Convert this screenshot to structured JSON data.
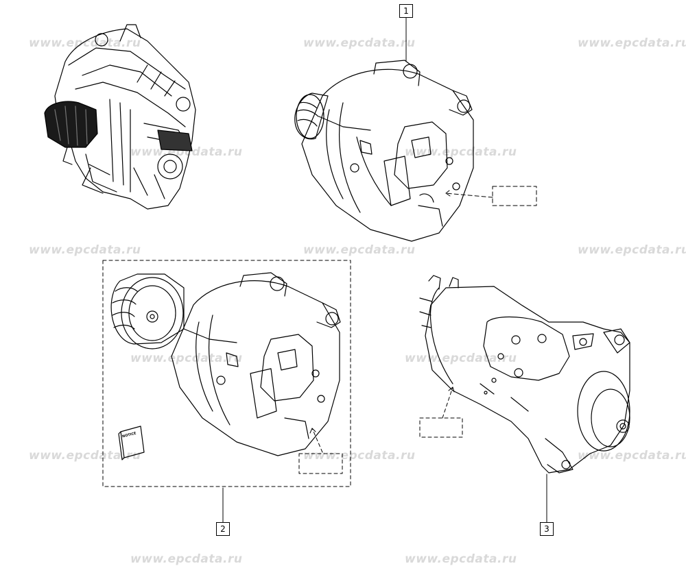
{
  "watermark": "www.epcdata.ru",
  "callouts": {
    "c1": "1",
    "c2": "2",
    "c3": "3"
  },
  "booklet_text": "NOTICE"
}
